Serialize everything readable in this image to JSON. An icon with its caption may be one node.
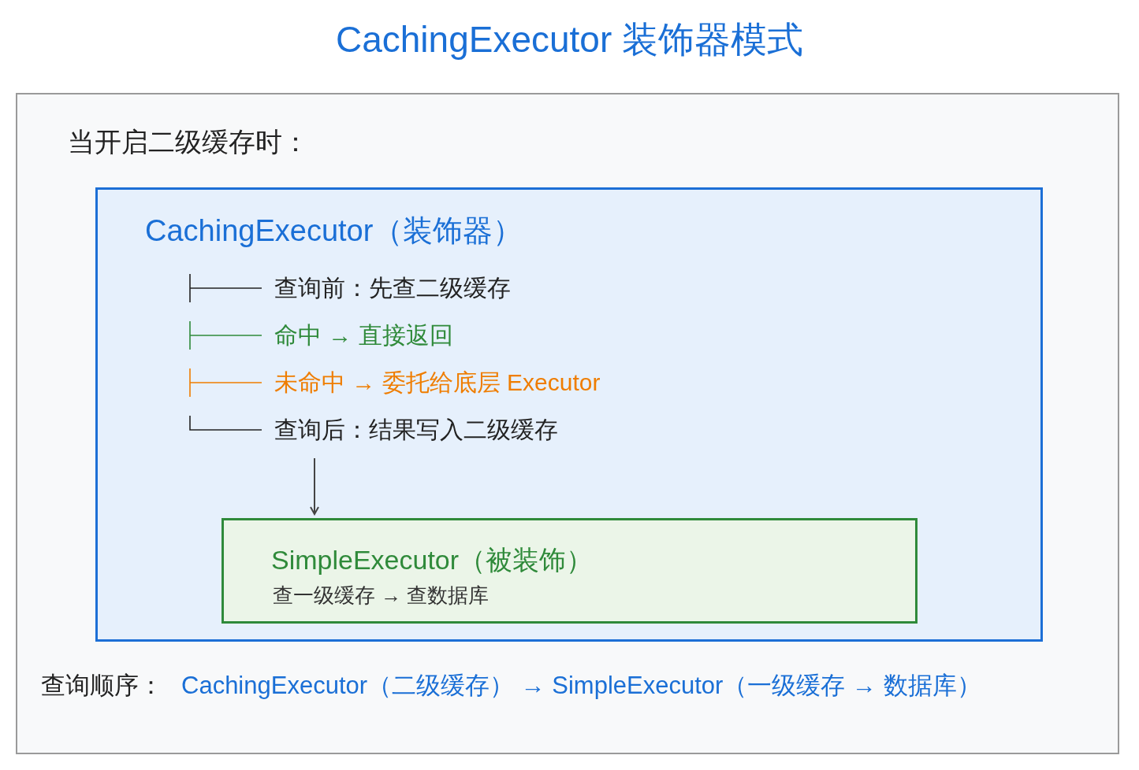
{
  "diagram": {
    "title": "CachingExecutor 装饰器模式",
    "nodes": [
      {
        "text": [
          "当开启二级缓存时：",
          "查询顺序：",
          "CachingExecutor（二级缓存） → SimpleExecutor（一级缓存 → 数据库）"
        ]
      },
      {
        "text": [
          "CachingExecutor（装饰器）",
          "查询前：先查二级缓存",
          "命中 → 直接返回",
          "未命中 → 委托给底层 Executor",
          "查询后：结果写入二级缓存"
        ],
        "in": 0
      },
      {
        "text": [
          "SimpleExecutor（被装饰）",
          "查一级缓存 → 查数据库"
        ],
        "in": 1
      }
    ],
    "edges": [
      {
        "from": null,
        "to": 2,
        "arrow": "to"
      }
    ]
  }
}
